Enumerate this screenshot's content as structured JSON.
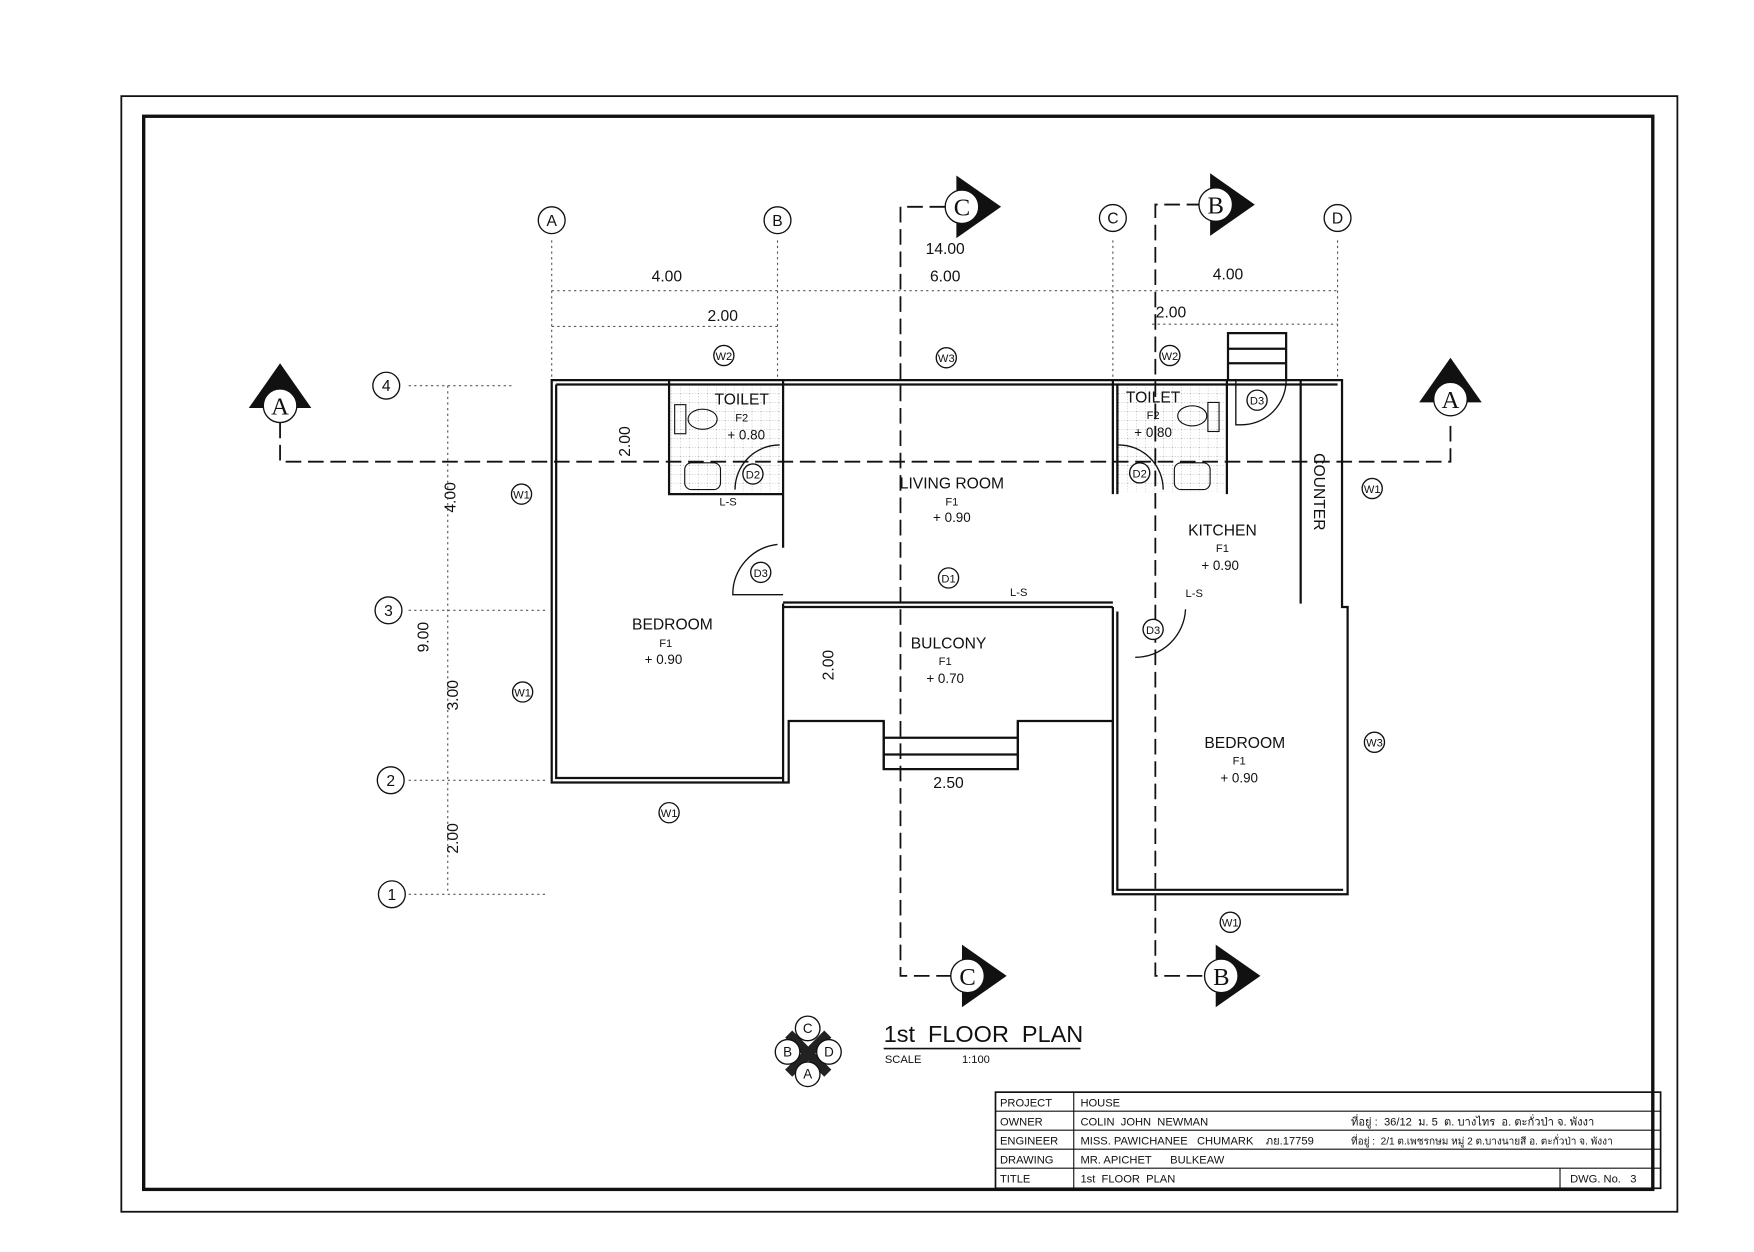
{
  "grid": {
    "columns": [
      "A",
      "B",
      "C",
      "D"
    ],
    "rows": [
      "4",
      "3",
      "2",
      "1"
    ]
  },
  "dimensions": {
    "overall": "14.00",
    "top_a_b": "4.00",
    "top_b_c": "6.00",
    "top_c_d": "4.00",
    "toilet_left": "2.00",
    "toilet_right": "2.00",
    "toilet_depth": "2.00",
    "left_4_3": "4.00",
    "left_total": "9.00",
    "left_3_2": "3.00",
    "left_2_1": "2.00",
    "bulcony_depth": "2.00",
    "stair_width": "2.50"
  },
  "sections": {
    "a": "A",
    "b": "B",
    "c": "C"
  },
  "rooms": {
    "toilet_left": {
      "name": "TOILET",
      "floor": "F2",
      "level": "+ 0.80"
    },
    "toilet_right": {
      "name": "TOILET",
      "floor": "F2",
      "level": "+ 0.80"
    },
    "living": {
      "name": "LIVING ROOM",
      "floor": "F1",
      "level": "+ 0.90"
    },
    "kitchen": {
      "name": "KITCHEN",
      "floor": "F1",
      "level": "+ 0.90"
    },
    "counter": "COUNTER",
    "bedroom_left": {
      "name": "BEDROOM",
      "floor": "F1",
      "level": "+ 0.90"
    },
    "bulcony": {
      "name": "BULCONY",
      "floor": "F1",
      "level": "+ 0.70"
    },
    "bedroom_right": {
      "name": "BEDROOM",
      "floor": "F1",
      "level": "+ 0.90"
    }
  },
  "tags": {
    "w1": "W1",
    "w2": "W2",
    "w3": "W3",
    "d1": "D1",
    "d2": "D2",
    "d3": "D3",
    "ls": "L-S"
  },
  "key_plan": [
    "C",
    "B",
    "D",
    "A"
  ],
  "drawing_title": "1st  FLOOR  PLAN",
  "scale_label": "SCALE",
  "scale_value": "1:100",
  "title_block": {
    "project_label": "PROJECT",
    "project": "HOUSE",
    "owner_label": "OWNER",
    "owner": "COLIN  JOHN  NEWMAN",
    "owner_address": "ที่อยู่ :  36/12  ม. 5  ต. บางไทร  อ. ตะกั่วป่า จ. พังงา",
    "engineer_label": "ENGINEER",
    "engineer": "MISS. PAWICHANEE   CHUMARK    ภย.17759",
    "engineer_address": "ที่อยู่ :  2/1 ต.เพชรกษม หมู่ 2 ต.บางนายสี อ. ตะกั่วป่า จ. พังงา",
    "drawing_label": "DRAWING",
    "drawing": "MR. APICHET      BULKEAW",
    "title_label": "TITLE",
    "title": "1st  FLOOR  PLAN",
    "dwg_no": "DWG. No.   3"
  }
}
